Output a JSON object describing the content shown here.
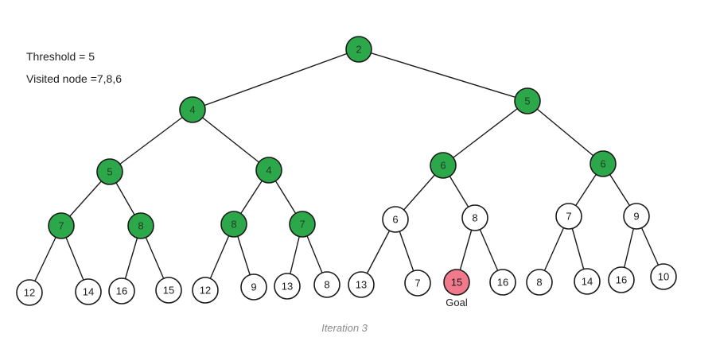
{
  "info": {
    "threshold": "Threshold = 5",
    "visited": "Visited node =7,8,6"
  },
  "caption": "Iteration 3",
  "goal_label": "Goal",
  "colors": {
    "visited_fill": "#2ca84a",
    "visited_text": "#1f3d24",
    "unvisited_fill": "#ffffff",
    "unvisited_text": "#1a1a1a",
    "goal_fill": "#f07a8c",
    "goal_text": "#1a1a1a",
    "edge": "#1a1a1a"
  },
  "nodes": [
    {
      "id": "n0",
      "label": "2",
      "state": "visited"
    },
    {
      "id": "n1",
      "label": "4",
      "state": "visited"
    },
    {
      "id": "n2",
      "label": "5",
      "state": "visited"
    },
    {
      "id": "n3",
      "label": "5",
      "state": "visited"
    },
    {
      "id": "n4",
      "label": "4",
      "state": "visited"
    },
    {
      "id": "n5",
      "label": "6",
      "state": "visited"
    },
    {
      "id": "n6",
      "label": "6",
      "state": "visited"
    },
    {
      "id": "n7",
      "label": "7",
      "state": "visited"
    },
    {
      "id": "n8",
      "label": "8",
      "state": "visited"
    },
    {
      "id": "n9",
      "label": "8",
      "state": "visited"
    },
    {
      "id": "n10",
      "label": "7",
      "state": "visited"
    },
    {
      "id": "n11",
      "label": "6",
      "state": "unvisited"
    },
    {
      "id": "n12",
      "label": "8",
      "state": "unvisited"
    },
    {
      "id": "n13",
      "label": "7",
      "state": "unvisited"
    },
    {
      "id": "n14",
      "label": "9",
      "state": "unvisited"
    },
    {
      "id": "n15",
      "label": "12",
      "state": "unvisited"
    },
    {
      "id": "n16",
      "label": "14",
      "state": "unvisited"
    },
    {
      "id": "n17",
      "label": "16",
      "state": "unvisited"
    },
    {
      "id": "n18",
      "label": "15",
      "state": "unvisited"
    },
    {
      "id": "n19",
      "label": "12",
      "state": "unvisited"
    },
    {
      "id": "n20",
      "label": "9",
      "state": "unvisited"
    },
    {
      "id": "n21",
      "label": "13",
      "state": "unvisited"
    },
    {
      "id": "n22",
      "label": "8",
      "state": "unvisited"
    },
    {
      "id": "n23",
      "label": "13",
      "state": "unvisited"
    },
    {
      "id": "n24",
      "label": "7",
      "state": "unvisited"
    },
    {
      "id": "n25",
      "label": "15",
      "state": "goal"
    },
    {
      "id": "n26",
      "label": "16",
      "state": "unvisited"
    },
    {
      "id": "n27",
      "label": "8",
      "state": "unvisited"
    },
    {
      "id": "n28",
      "label": "14",
      "state": "unvisited"
    },
    {
      "id": "n29",
      "label": "16",
      "state": "unvisited"
    },
    {
      "id": "n30",
      "label": "10",
      "state": "unvisited"
    }
  ],
  "edges": [
    [
      "n0",
      "n1"
    ],
    [
      "n0",
      "n2"
    ],
    [
      "n1",
      "n3"
    ],
    [
      "n1",
      "n4"
    ],
    [
      "n2",
      "n5"
    ],
    [
      "n2",
      "n6"
    ],
    [
      "n3",
      "n7"
    ],
    [
      "n3",
      "n8"
    ],
    [
      "n4",
      "n9"
    ],
    [
      "n4",
      "n10"
    ],
    [
      "n5",
      "n11"
    ],
    [
      "n5",
      "n12"
    ],
    [
      "n6",
      "n13"
    ],
    [
      "n6",
      "n14"
    ],
    [
      "n7",
      "n15"
    ],
    [
      "n7",
      "n16"
    ],
    [
      "n8",
      "n17"
    ],
    [
      "n8",
      "n18"
    ],
    [
      "n9",
      "n19"
    ],
    [
      "n9",
      "n20"
    ],
    [
      "n10",
      "n21"
    ],
    [
      "n10",
      "n22"
    ],
    [
      "n11",
      "n23"
    ],
    [
      "n11",
      "n24"
    ],
    [
      "n12",
      "n25"
    ],
    [
      "n12",
      "n26"
    ],
    [
      "n13",
      "n27"
    ],
    [
      "n13",
      "n28"
    ],
    [
      "n14",
      "n29"
    ],
    [
      "n14",
      "n30"
    ]
  ]
}
